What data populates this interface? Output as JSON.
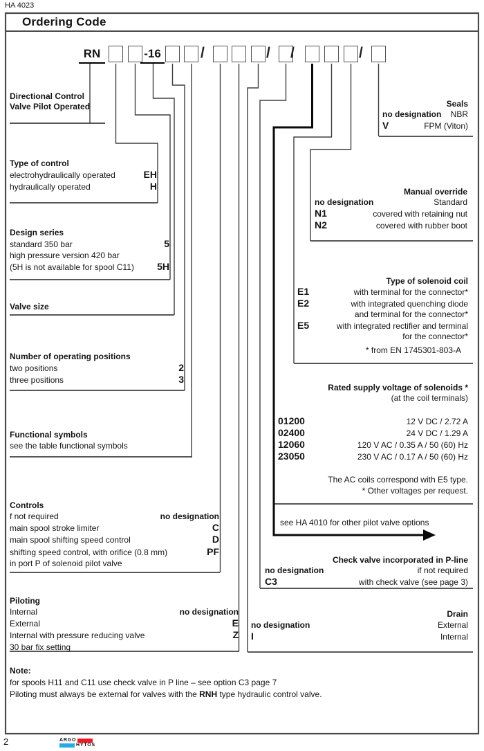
{
  "page": {
    "doc_code": "HA 4023",
    "title": "Ordering Code",
    "page_number": "2",
    "brand_top": "ARGO",
    "brand_bottom": "HYTOS"
  },
  "colors": {
    "logo_red": "#ec1c24",
    "logo_cyan": "#27aae1"
  },
  "code": {
    "prefix": "RN",
    "size": "-16",
    "separator": "/"
  },
  "left": [
    {
      "title": "Directional Control",
      "title2": "Valve Pilot Operated"
    },
    {
      "title": "Type of control",
      "rows": [
        {
          "label": "electrohydraulically operated",
          "code": "EH"
        },
        {
          "label": "hydraulically operated",
          "code": "H"
        }
      ]
    },
    {
      "title": "Design series",
      "rows": [
        {
          "label": "standard 350 bar",
          "code": "5"
        },
        {
          "label": "high pressure version 420 bar",
          "code": ""
        },
        {
          "label": "(5H is not available for spool C11)",
          "code": "5H"
        }
      ]
    },
    {
      "title": "Valve size"
    },
    {
      "title": "Number of operating positions",
      "rows": [
        {
          "label": "two positions",
          "code": "2"
        },
        {
          "label": "three positions",
          "code": "3"
        }
      ]
    },
    {
      "title": "Functional symbols",
      "rows": [
        {
          "label": "see the table functional symbols",
          "code": ""
        }
      ]
    },
    {
      "title": "Controls",
      "rows": [
        {
          "label": "f not required",
          "code": "no designation"
        },
        {
          "label": "main spool stroke limiter",
          "code": "C"
        },
        {
          "label": "main spool shifting speed control",
          "code": "D"
        },
        {
          "label": "shifting speed control, with orifice (0.8 mm)",
          "code": "PF"
        },
        {
          "label": "in port P of solenoid pilot valve",
          "code": ""
        }
      ]
    },
    {
      "title": "Piloting",
      "rows": [
        {
          "label": "Internal",
          "code": "no designation"
        },
        {
          "label": "External",
          "code": "E"
        },
        {
          "label": "Internal with pressure reducing valve",
          "code": "Z"
        },
        {
          "label": "30 bar fix setting",
          "code": ""
        }
      ]
    }
  ],
  "right": [
    {
      "title": "Seals",
      "rows": [
        {
          "code": "no designation",
          "label": "NBR"
        },
        {
          "code": "V",
          "label": "FPM (Viton)"
        }
      ]
    },
    {
      "title": "Manual override",
      "rows": [
        {
          "code": "no designation",
          "label": "Standard"
        },
        {
          "code": "N1",
          "label": "covered with retaining nut"
        },
        {
          "code": "N2",
          "label": "covered with rubber boot"
        }
      ]
    },
    {
      "title": "Type of solenoid coil",
      "rows": [
        {
          "code": "E1",
          "label": "with terminal for the connector*"
        },
        {
          "code": "E2",
          "label": "with integrated quenching diode"
        },
        {
          "code": "",
          "label": "and terminal for the connector*"
        },
        {
          "code": "E5",
          "label": "with integrated rectifier and terminal"
        },
        {
          "code": "",
          "label": "for the connector*"
        }
      ],
      "footnote": "* from EN 1745301-803-A"
    },
    {
      "title": "Rated supply voltage of solenoids *",
      "subtitle": "(at the coil terminals)",
      "rows": [
        {
          "code": "01200",
          "label": "12 V DC / 2.72 A"
        },
        {
          "code": "02400",
          "label": "24 V DC / 1.29 A"
        },
        {
          "code": "12060",
          "label": "120 V AC / 0.35 A / 50 (60) Hz"
        },
        {
          "code": "23050",
          "label": "230 V AC / 0.17 A / 50 (60) Hz"
        }
      ],
      "note1": "The AC coils correspond with E5 type.",
      "note2": "*  Other voltages per request."
    },
    {
      "title": "see HA 4010 for other pilot valve options"
    },
    {
      "title": "Check valve incorporated in P-line",
      "rows": [
        {
          "code": "no designation",
          "label": "if not required"
        },
        {
          "code": "C3",
          "label": "with check valve (see page 3)"
        }
      ]
    },
    {
      "title": "Drain",
      "rows": [
        {
          "code": "no designation",
          "label": "External"
        },
        {
          "code": "I",
          "label": "Internal"
        }
      ]
    }
  ],
  "note": {
    "heading": "Note:",
    "line1": "for spools H11 and C11 use check valve in P line – see option C3 page 7",
    "line2_pre": "Piloting must always be external for valves with the ",
    "line2_bold": "RNH",
    "line2_post": " type hydraulic control valve."
  }
}
